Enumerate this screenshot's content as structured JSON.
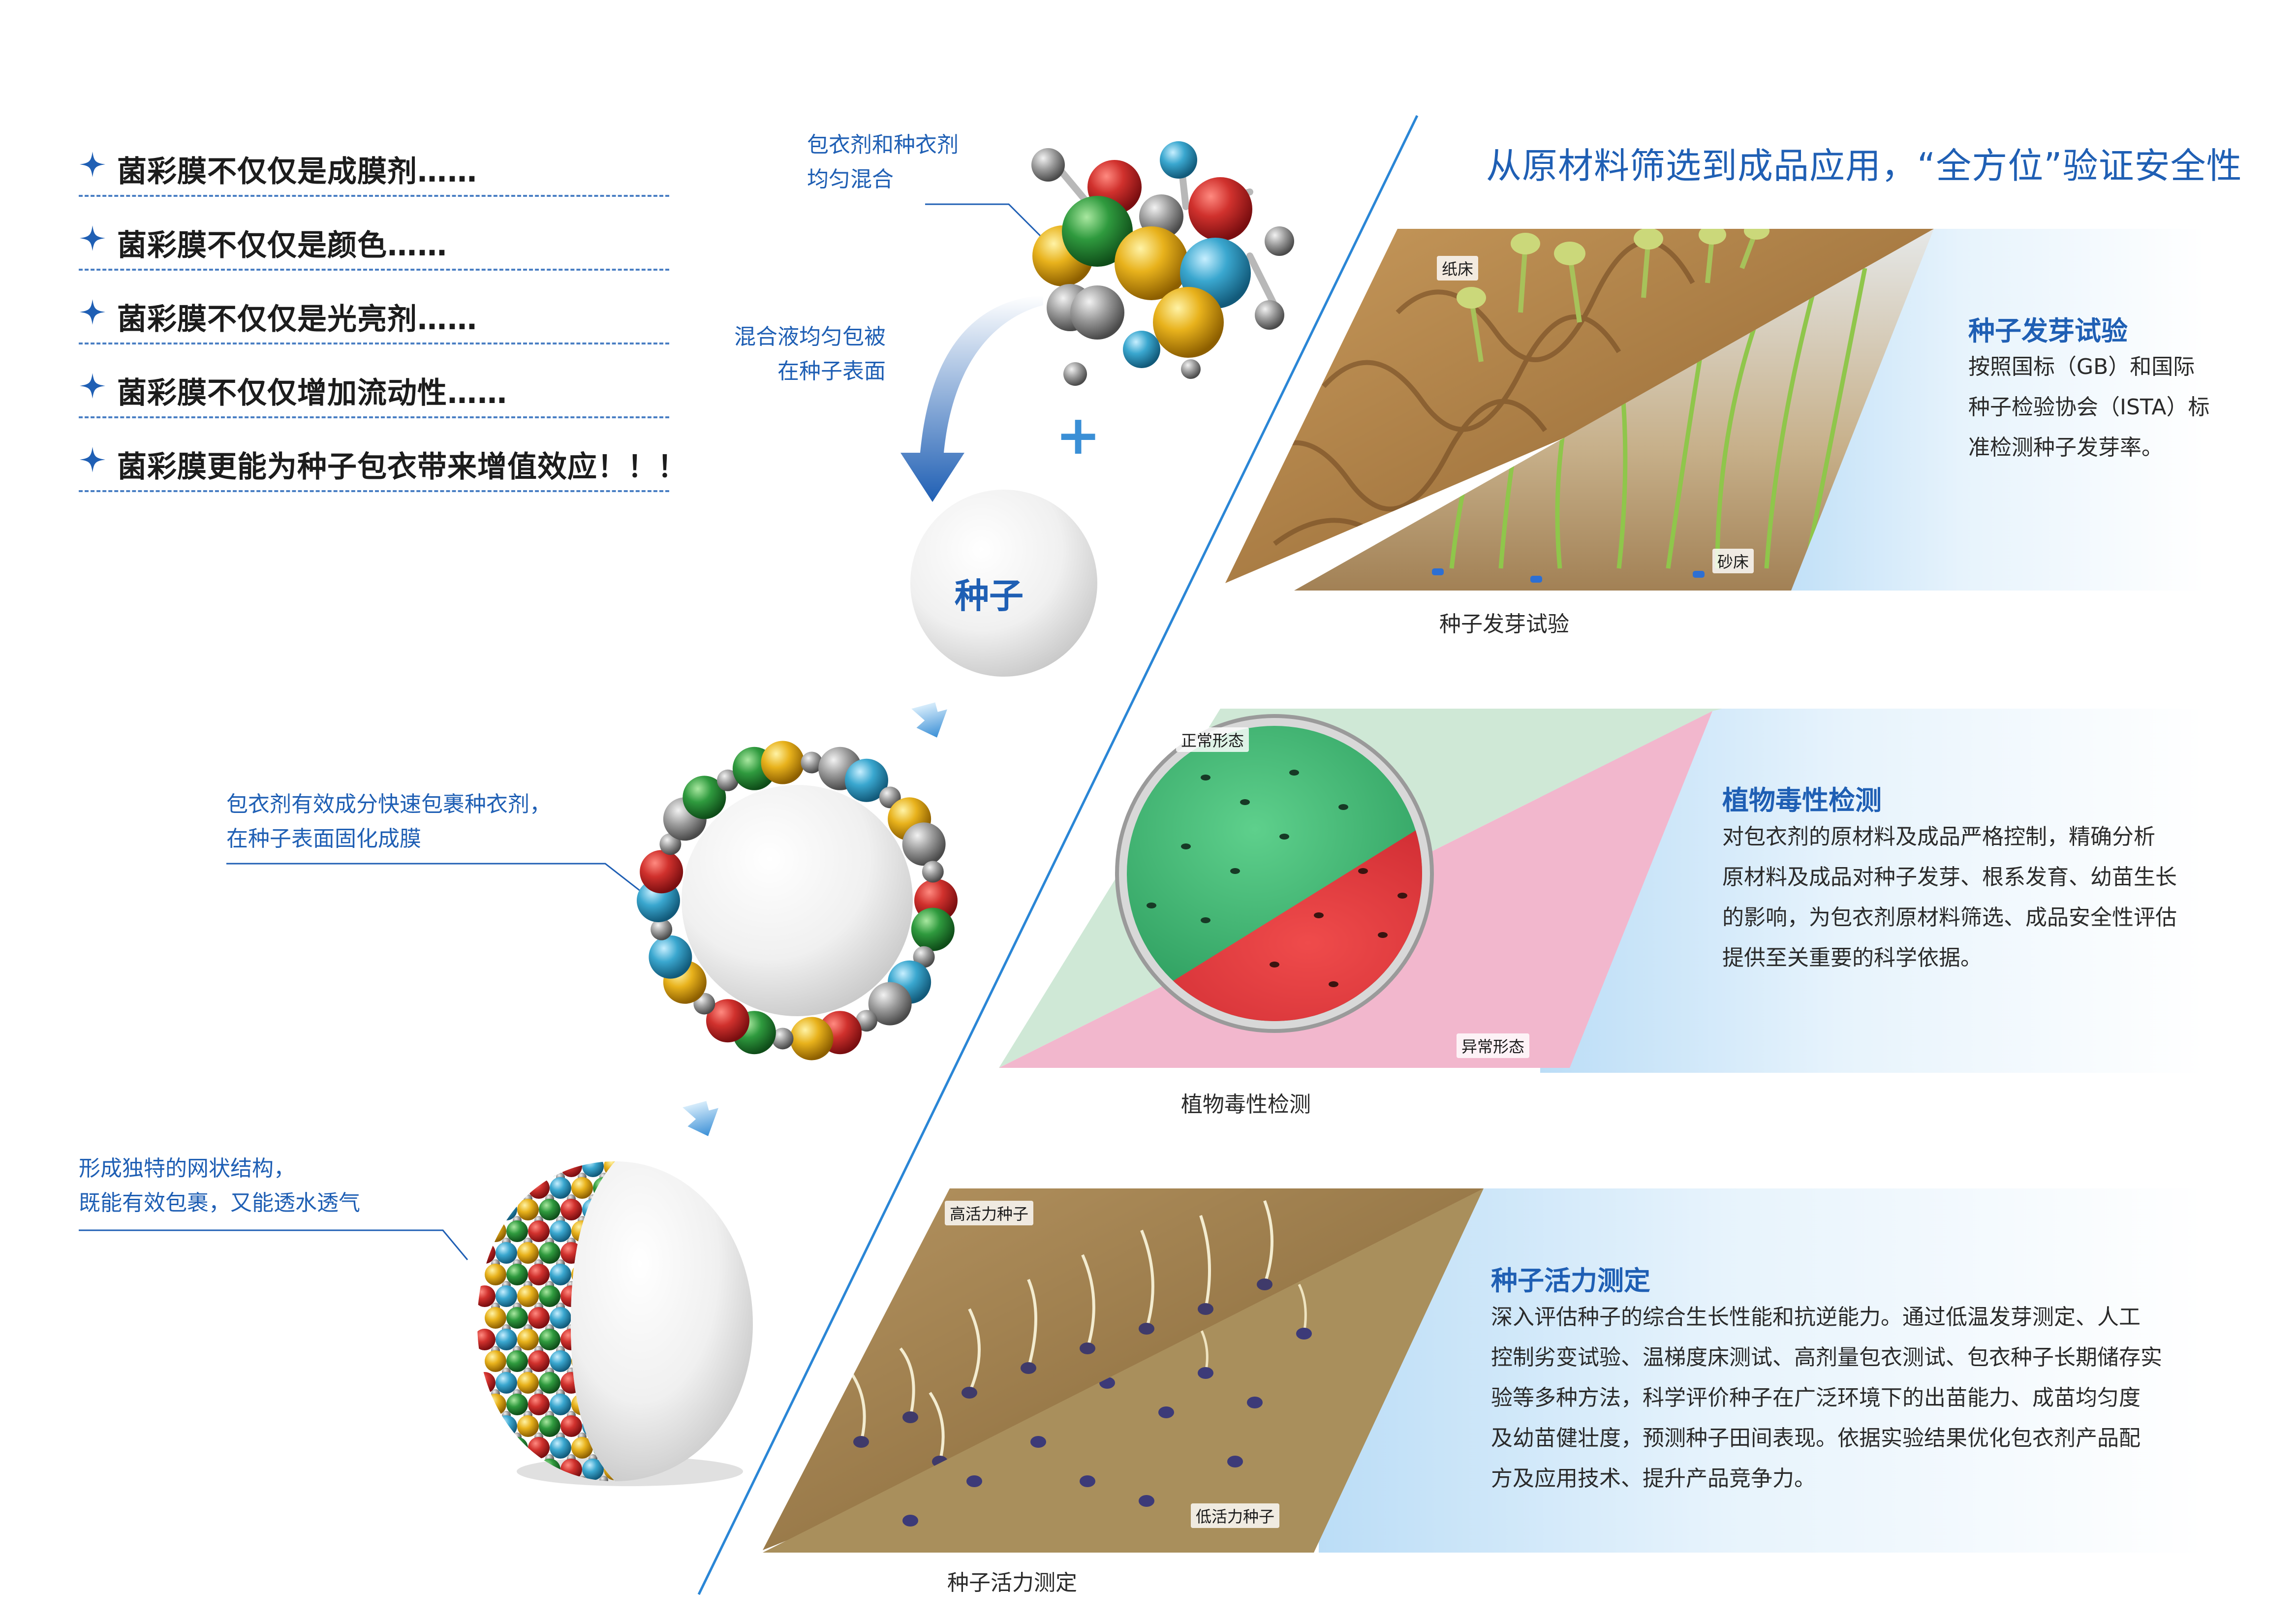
{
  "claims": [
    {
      "text": "菌彩膜不仅仅是成膜剂……"
    },
    {
      "text": "菌彩膜不仅仅是颜色……"
    },
    {
      "text": "菌彩膜不仅仅是光亮剂……"
    },
    {
      "text": "菌彩膜不仅仅增加流动性……"
    },
    {
      "text": "菌彩膜更能为种子包衣带来增值效应！！！"
    }
  ],
  "process": {
    "step1": {
      "line1": "包衣剂和种衣剂",
      "line2": "均匀混合"
    },
    "step2": {
      "line1": "混合液均匀包被",
      "line2": "在种子表面"
    },
    "plus": "+",
    "seed_label": "种子",
    "step3": {
      "line1": "包衣剂有效成分快速包裹种衣剂，",
      "line2": "在种子表面固化成膜"
    },
    "step4": {
      "line1": "形成独特的网状结构，",
      "line2": "既能有效包裹，又能透水透气"
    }
  },
  "main_heading": "从原材料筛选到成品应用，“全方位”验证安全性",
  "sections": [
    {
      "title": "种子发芽试验",
      "body": [
        "按照国标（GB）和国际",
        "种子检验协会（ISTA）标",
        "准检测种子发芽率。"
      ],
      "caption": "种子发芽试验",
      "tag_a": "纸床",
      "tag_b": "砂床"
    },
    {
      "title": "植物毒性检测",
      "body": [
        "对包衣剂的原材料及成品严格控制，精确分析",
        "原材料及成品对种子发芽、根系发育、幼苗生长",
        "的影响，为包衣剂原材料筛选、成品安全性评估",
        "提供至关重要的科学依据。"
      ],
      "caption": "植物毒性检测",
      "tag_a": "正常形态",
      "tag_b": "异常形态"
    },
    {
      "title": "种子活力测定",
      "body": [
        "深入评估种子的综合生长性能和抗逆能力。通过低温发芽测定、人工",
        "控制劣变试验、温梯度床测试、高剂量包衣测试、包衣种子长期储存实",
        "验等多种方法，科学评价种子在广泛环境下的出苗能力、成苗均匀度",
        "及幼苗健壮度，预测种子田间表现。依据实验结果优化包衣剂产品配",
        "方及应用技术、提升产品竞争力。"
      ],
      "caption": "种子活力测定",
      "tag_a": "高活力种子",
      "tag_b": "低活力种子"
    }
  ],
  "colors": {
    "brand_blue": "#1f5fb4",
    "ball_red": "#c0262c",
    "ball_green": "#2f9a3e",
    "ball_yellow": "#e8b21c",
    "ball_cyan": "#3aa7cf",
    "ball_grey": "#9a9a9a"
  }
}
